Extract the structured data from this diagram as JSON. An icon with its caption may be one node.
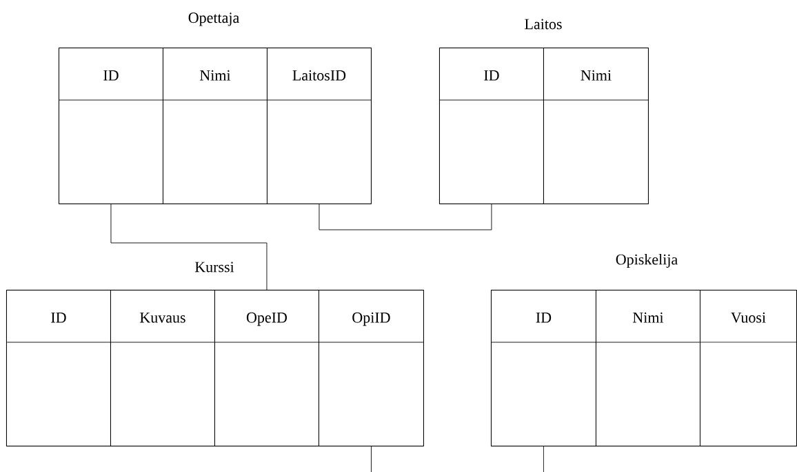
{
  "diagram": {
    "nodes": [
      {
        "text": [
          "Opettaja"
        ]
      },
      {
        "text": [
          "ID"
        ],
        "in": 0
      },
      {
        "text": [
          "Nimi"
        ],
        "in": 0
      },
      {
        "text": [
          "LaitosID"
        ],
        "in": 0
      },
      {
        "text": [
          "Laitos"
        ]
      },
      {
        "text": [
          "ID"
        ],
        "in": 4
      },
      {
        "text": [
          "Nimi"
        ],
        "in": 4
      },
      {
        "text": [
          "Kurssi"
        ]
      },
      {
        "text": [
          "ID"
        ],
        "in": 7
      },
      {
        "text": [
          "Kuvaus"
        ],
        "in": 7
      },
      {
        "text": [
          "OpeID"
        ],
        "in": 7
      },
      {
        "text": [
          "OpiID"
        ],
        "in": 7
      },
      {
        "text": [
          "Opiskelija"
        ]
      },
      {
        "text": [
          "ID"
        ],
        "in": 12
      },
      {
        "text": [
          "Nimi"
        ],
        "in": 12
      },
      {
        "text": [
          "Vuosi"
        ],
        "in": 12
      }
    ],
    "edges": [
      {
        "from": 1,
        "to": 10,
        "arrow": "none"
      },
      {
        "from": 3,
        "to": 5,
        "arrow": "none"
      },
      {
        "from": 11,
        "to": null,
        "arrow": "none"
      },
      {
        "from": 13,
        "to": null,
        "arrow": "none"
      }
    ]
  }
}
